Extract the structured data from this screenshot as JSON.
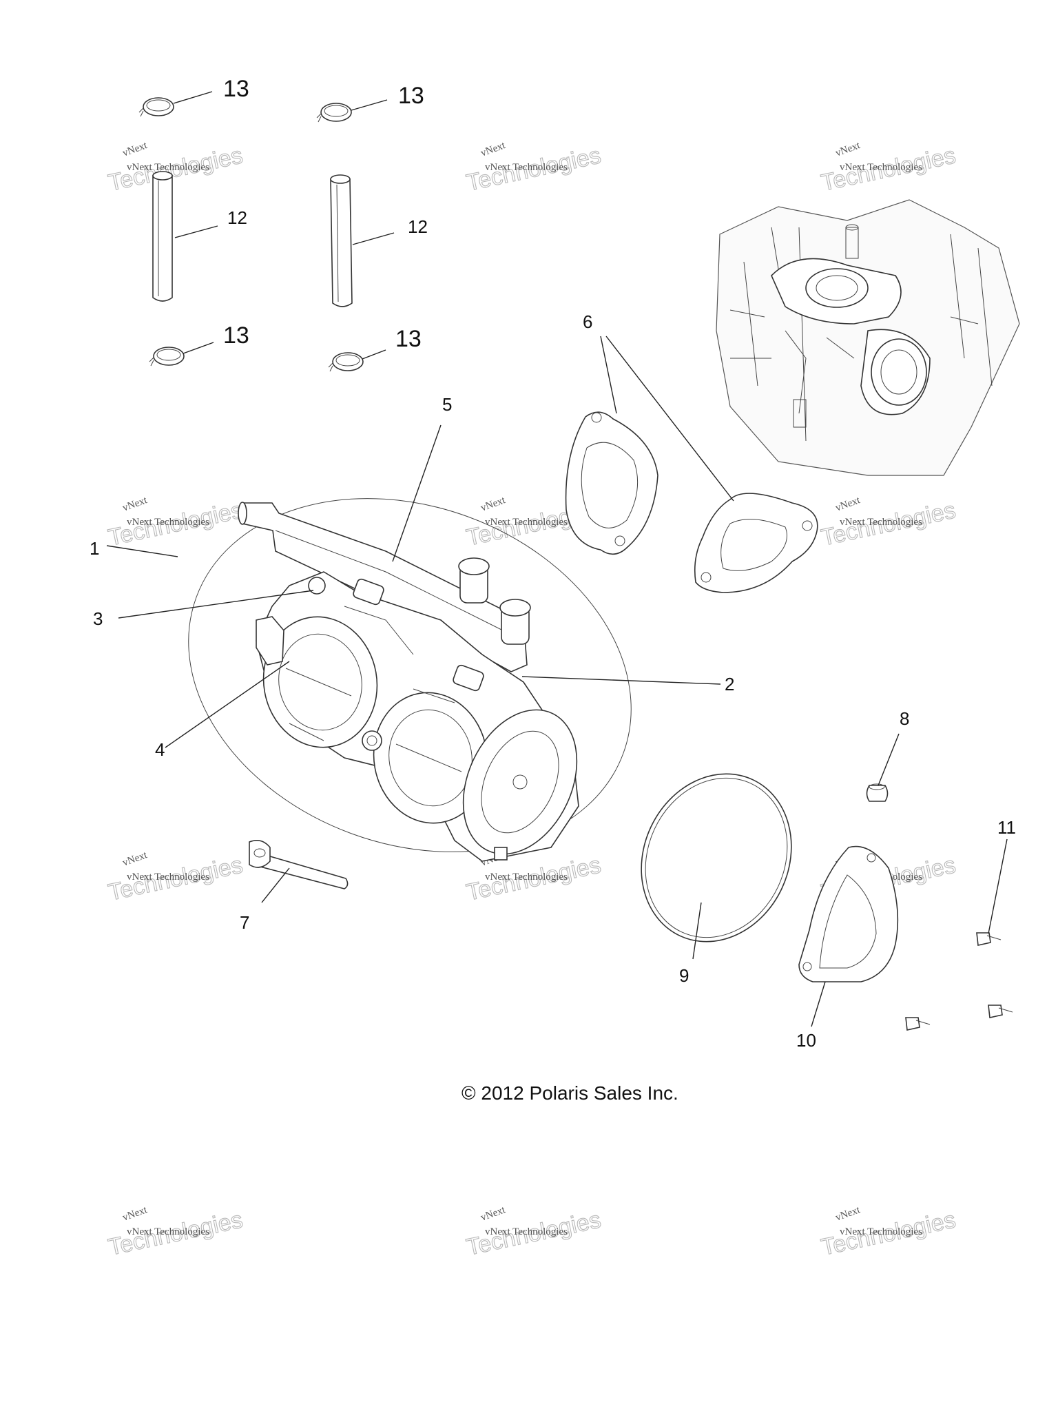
{
  "diagram": {
    "callouts": [
      {
        "id": "c13a",
        "label": "13"
      },
      {
        "id": "c13b",
        "label": "13"
      },
      {
        "id": "c12a",
        "label": "12"
      },
      {
        "id": "c12b",
        "label": "12"
      },
      {
        "id": "c13c",
        "label": "13"
      },
      {
        "id": "c13d",
        "label": "13"
      },
      {
        "id": "c6",
        "label": "6"
      },
      {
        "id": "c5",
        "label": "5"
      },
      {
        "id": "c1",
        "label": "1"
      },
      {
        "id": "c3",
        "label": "3"
      },
      {
        "id": "c2",
        "label": "2"
      },
      {
        "id": "c4",
        "label": "4"
      },
      {
        "id": "c8",
        "label": "8"
      },
      {
        "id": "c11",
        "label": "11"
      },
      {
        "id": "c7",
        "label": "7"
      },
      {
        "id": "c9",
        "label": "9"
      },
      {
        "id": "c10",
        "label": "10"
      }
    ],
    "copyright": "© 2012 Polaris Sales Inc.",
    "watermark": {
      "line1": "vNext Technologies",
      "line2": "Technologies",
      "line3": "vNext"
    }
  }
}
